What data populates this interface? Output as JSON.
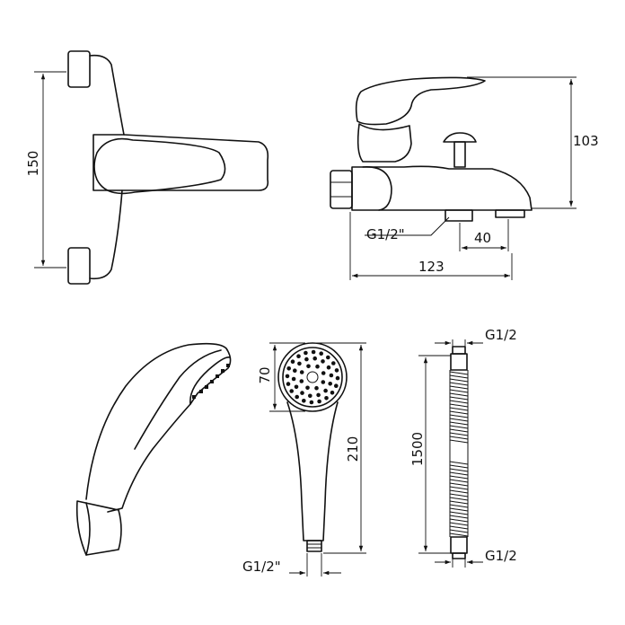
{
  "labels": {
    "mixer_height": "150",
    "spout_height": "103",
    "inlet_thread": "G1/2\"",
    "outlet_spacing": "40",
    "body_length": "123",
    "head_diameter": "70",
    "handset_length": "210",
    "handset_thread": "G1/2\"",
    "hose_thread_top": "G1/2",
    "hose_length": "1500",
    "hose_thread_bottom": "G1/2"
  }
}
